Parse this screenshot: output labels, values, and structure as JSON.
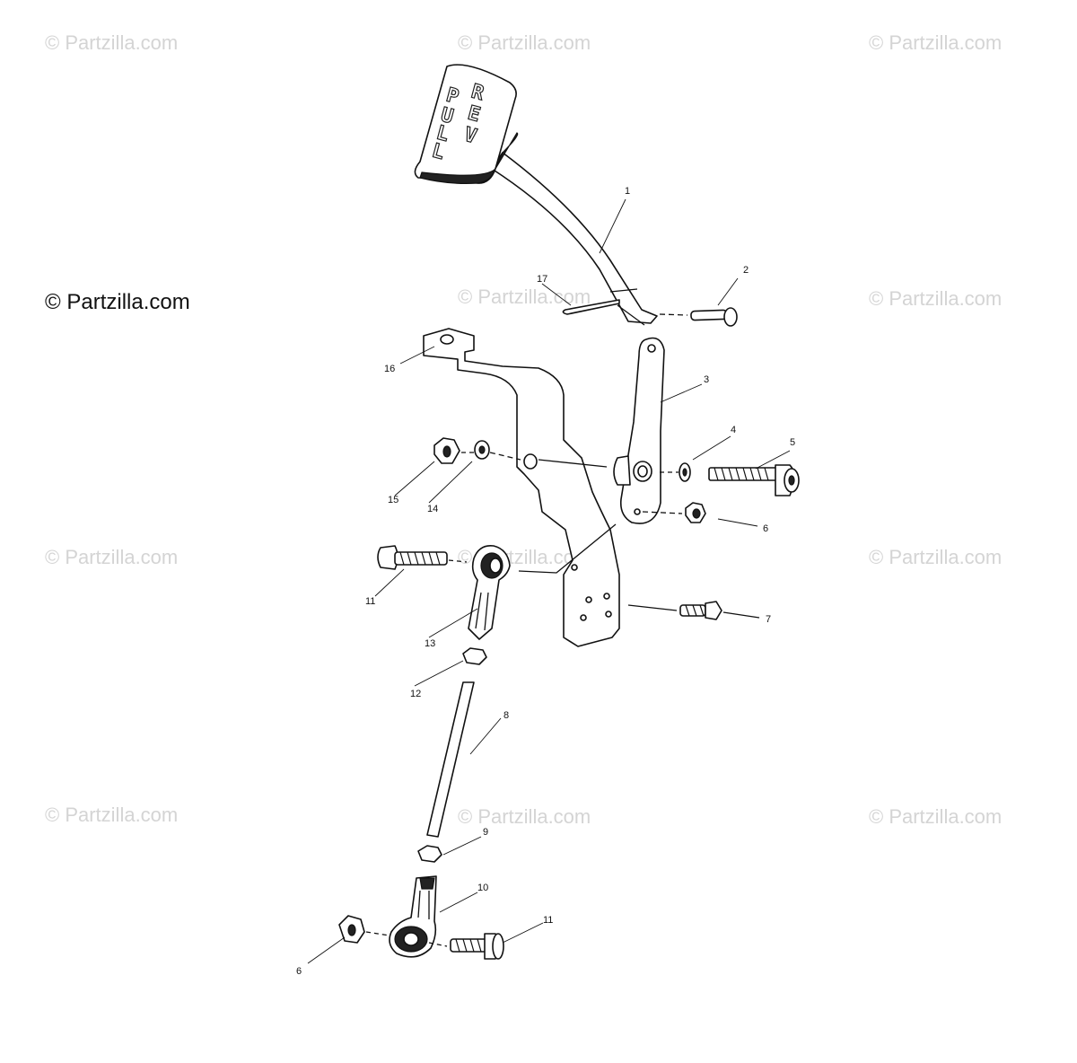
{
  "watermark": "© Partzilla.com",
  "credit": "© Partzilla.com",
  "handle_text": {
    "left": [
      "P",
      "U",
      "L",
      "L"
    ],
    "right": [
      "R",
      "E",
      "V"
    ]
  },
  "callouts": [
    "1",
    "2",
    "3",
    "4",
    "5",
    "6",
    "7",
    "8",
    "9",
    "10",
    "11",
    "12",
    "13",
    "14",
    "15",
    "16",
    "17",
    "11",
    "6"
  ]
}
